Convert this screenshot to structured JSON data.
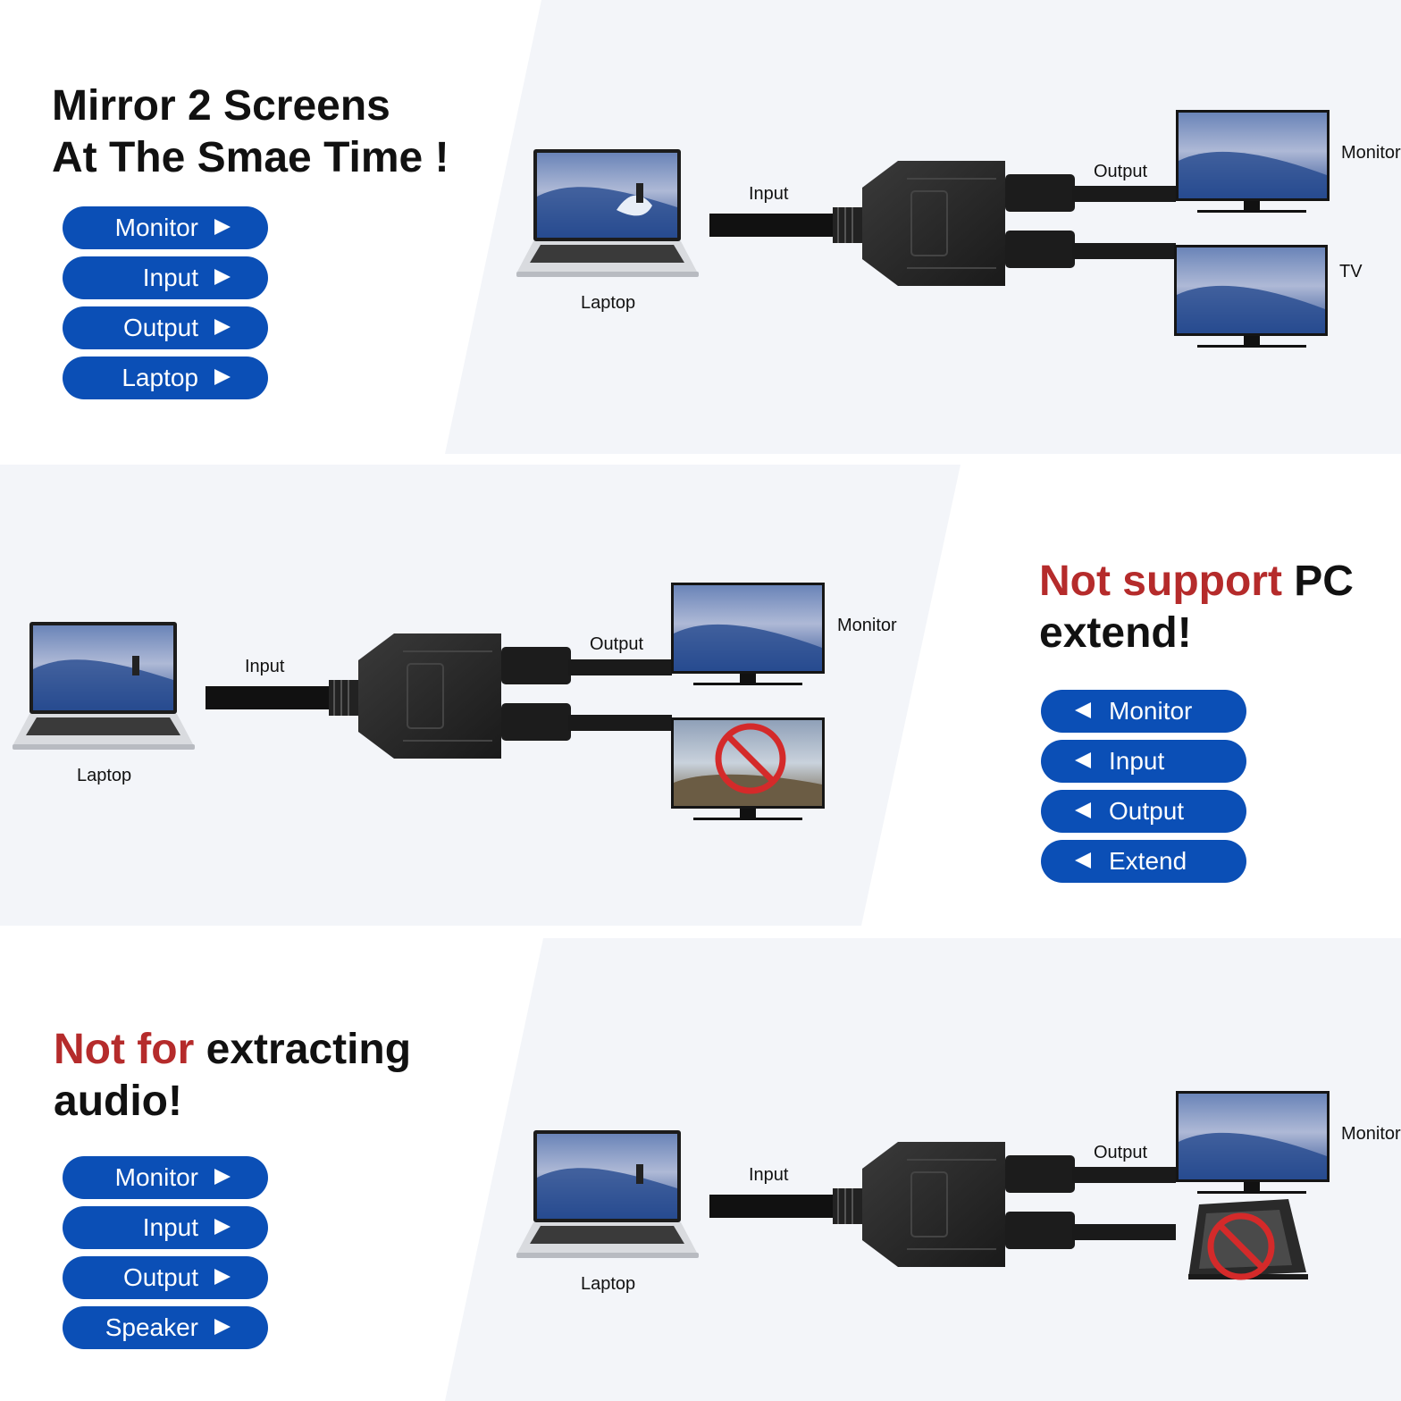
{
  "section1": {
    "title_line1": "Mirror 2 Screens",
    "title_line2": "At The Smae Time !",
    "buttons": [
      "Monitor",
      "Input",
      "Output",
      "Laptop"
    ],
    "labels": {
      "input": "Input",
      "output": "Output",
      "monitor": "Monitor",
      "tv": "TV",
      "laptop": "Laptop"
    }
  },
  "section2": {
    "title_red": "Not support",
    "title_black": " PC",
    "title_line2": "extend!",
    "buttons": [
      "Monitor",
      "Input",
      "Output",
      "Extend"
    ],
    "labels": {
      "input": "Input",
      "output": "Output",
      "monitor": "Monitor",
      "laptop": "Laptop"
    }
  },
  "section3": {
    "title_red": "Not for",
    "title_black": " extracting",
    "title_line2": "audio!",
    "buttons": [
      "Monitor",
      "Input",
      "Output",
      "Speaker"
    ],
    "labels": {
      "input": "Input",
      "output": "Output",
      "monitor": "Monitor",
      "laptop": "Laptop"
    }
  },
  "colors": {
    "button_blue": "#0b4fb6",
    "warning_red": "#b52b2b",
    "panel_gray": "#f3f5f9",
    "prohibited_red": "#d42a2a"
  },
  "icons": [
    "laptop-icon",
    "hdmi-splitter-icon",
    "monitor-icon",
    "tv-icon",
    "prohibited-icon",
    "speaker-icon",
    "triangle-arrow-icon"
  ]
}
